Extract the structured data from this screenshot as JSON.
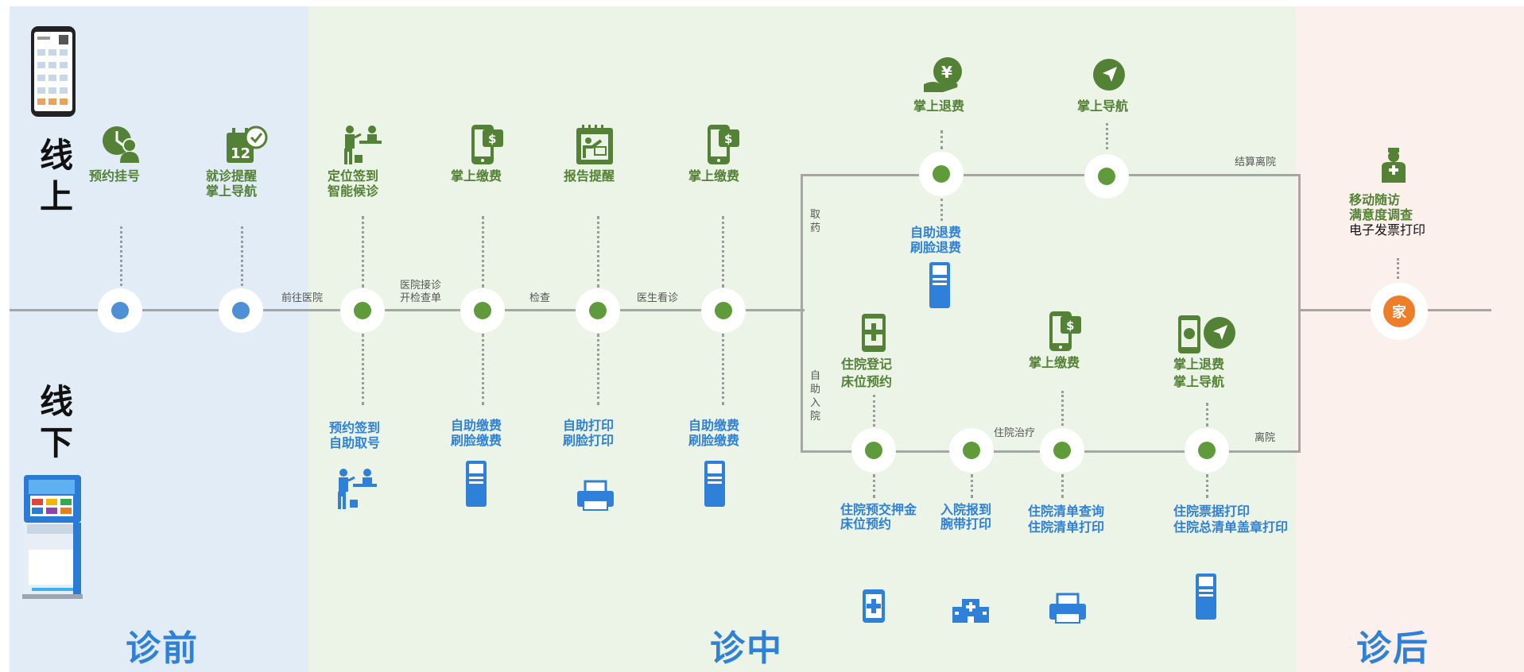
{
  "phases": {
    "pre": "诊前",
    "mid": "诊中",
    "post": "诊后"
  },
  "sides": {
    "online": "线上",
    "offline": "线下"
  },
  "online": {
    "appointment": "预约挂号",
    "reminder": [
      "就诊提醒",
      "掌上导航"
    ],
    "checkin": [
      "定位签到",
      "智能候诊"
    ],
    "pay1": "掌上缴费",
    "report": "报告提醒",
    "pay2": "掌上缴费",
    "refund": "掌上退费",
    "nav": "掌上导航",
    "inpatient_register": [
      "住院登记",
      "床位预约"
    ],
    "inpatient_pay": "掌上缴费",
    "discharge_mobile": [
      "掌上退费",
      "掌上导航"
    ],
    "followup": [
      "移动随访",
      "满意度调查",
      "电子发票打印"
    ]
  },
  "offline": {
    "checkin": [
      "预约签到",
      "自助取号"
    ],
    "pay1": [
      "自助缴费",
      "刷脸缴费"
    ],
    "print": [
      "自助打印",
      "刷脸打印"
    ],
    "pay2": [
      "自助缴费",
      "刷脸缴费"
    ],
    "refund": [
      "自助退费",
      "刷脸退费"
    ],
    "deposit": [
      "住院预交押金",
      "床位预约"
    ],
    "admission": [
      "入院报到",
      "腕带打印"
    ],
    "bill": [
      "住院清单查询",
      "住院清单打印"
    ],
    "discharge": [
      "住院票据打印",
      "住院总清单盖章打印"
    ]
  },
  "steps": {
    "go_hospital": "前往医院",
    "reception": [
      "医院接诊",
      "开检查单"
    ],
    "exam": "检查",
    "doctor": "医生看诊",
    "settle": "结算离院",
    "medicine": "取药",
    "self_admit": "自助入院",
    "treatment": "住院治疗",
    "discharge": "离院"
  },
  "home_label": "家",
  "colors": {
    "green": "#538135",
    "blue": "#2f80d8",
    "orange": "#ee7d2a"
  }
}
